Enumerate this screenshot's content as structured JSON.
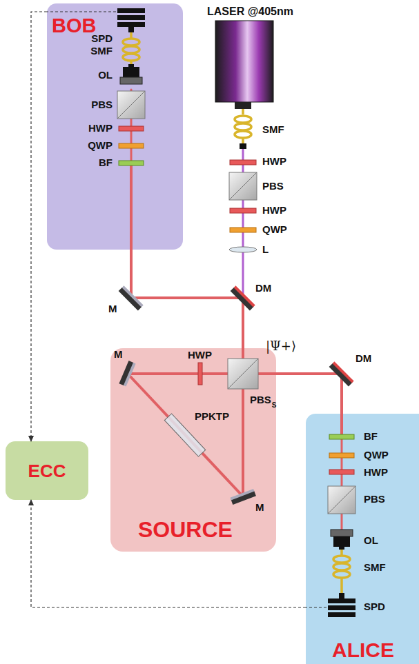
{
  "diagram": {
    "nodes": [
      {
        "text": [
          "BOB"
        ]
      },
      {
        "text": [
          "SOURCE"
        ]
      },
      {
        "text": [
          "ALICE"
        ]
      },
      {
        "text": [
          "ECC"
        ]
      }
    ],
    "edges": [
      {
        "from": 0,
        "to": 3,
        "arrow": "to"
      },
      {
        "from": 2,
        "to": 3,
        "arrow": "to"
      }
    ],
    "labels": [
      "LASER @405nm",
      "SMF",
      "HWP",
      "PBS",
      "HWP",
      "QWP",
      "L",
      "DM",
      "M",
      "|Ψ+⟩",
      "HWP",
      "PBS",
      "S",
      "M",
      "PPKTP",
      "M",
      "DM",
      "SPD",
      "SMF",
      "OL",
      "PBS",
      "HWP",
      "QWP",
      "BF",
      "BF",
      "QWP",
      "HWP",
      "PBS",
      "OL",
      "SMF",
      "SPD"
    ]
  }
}
